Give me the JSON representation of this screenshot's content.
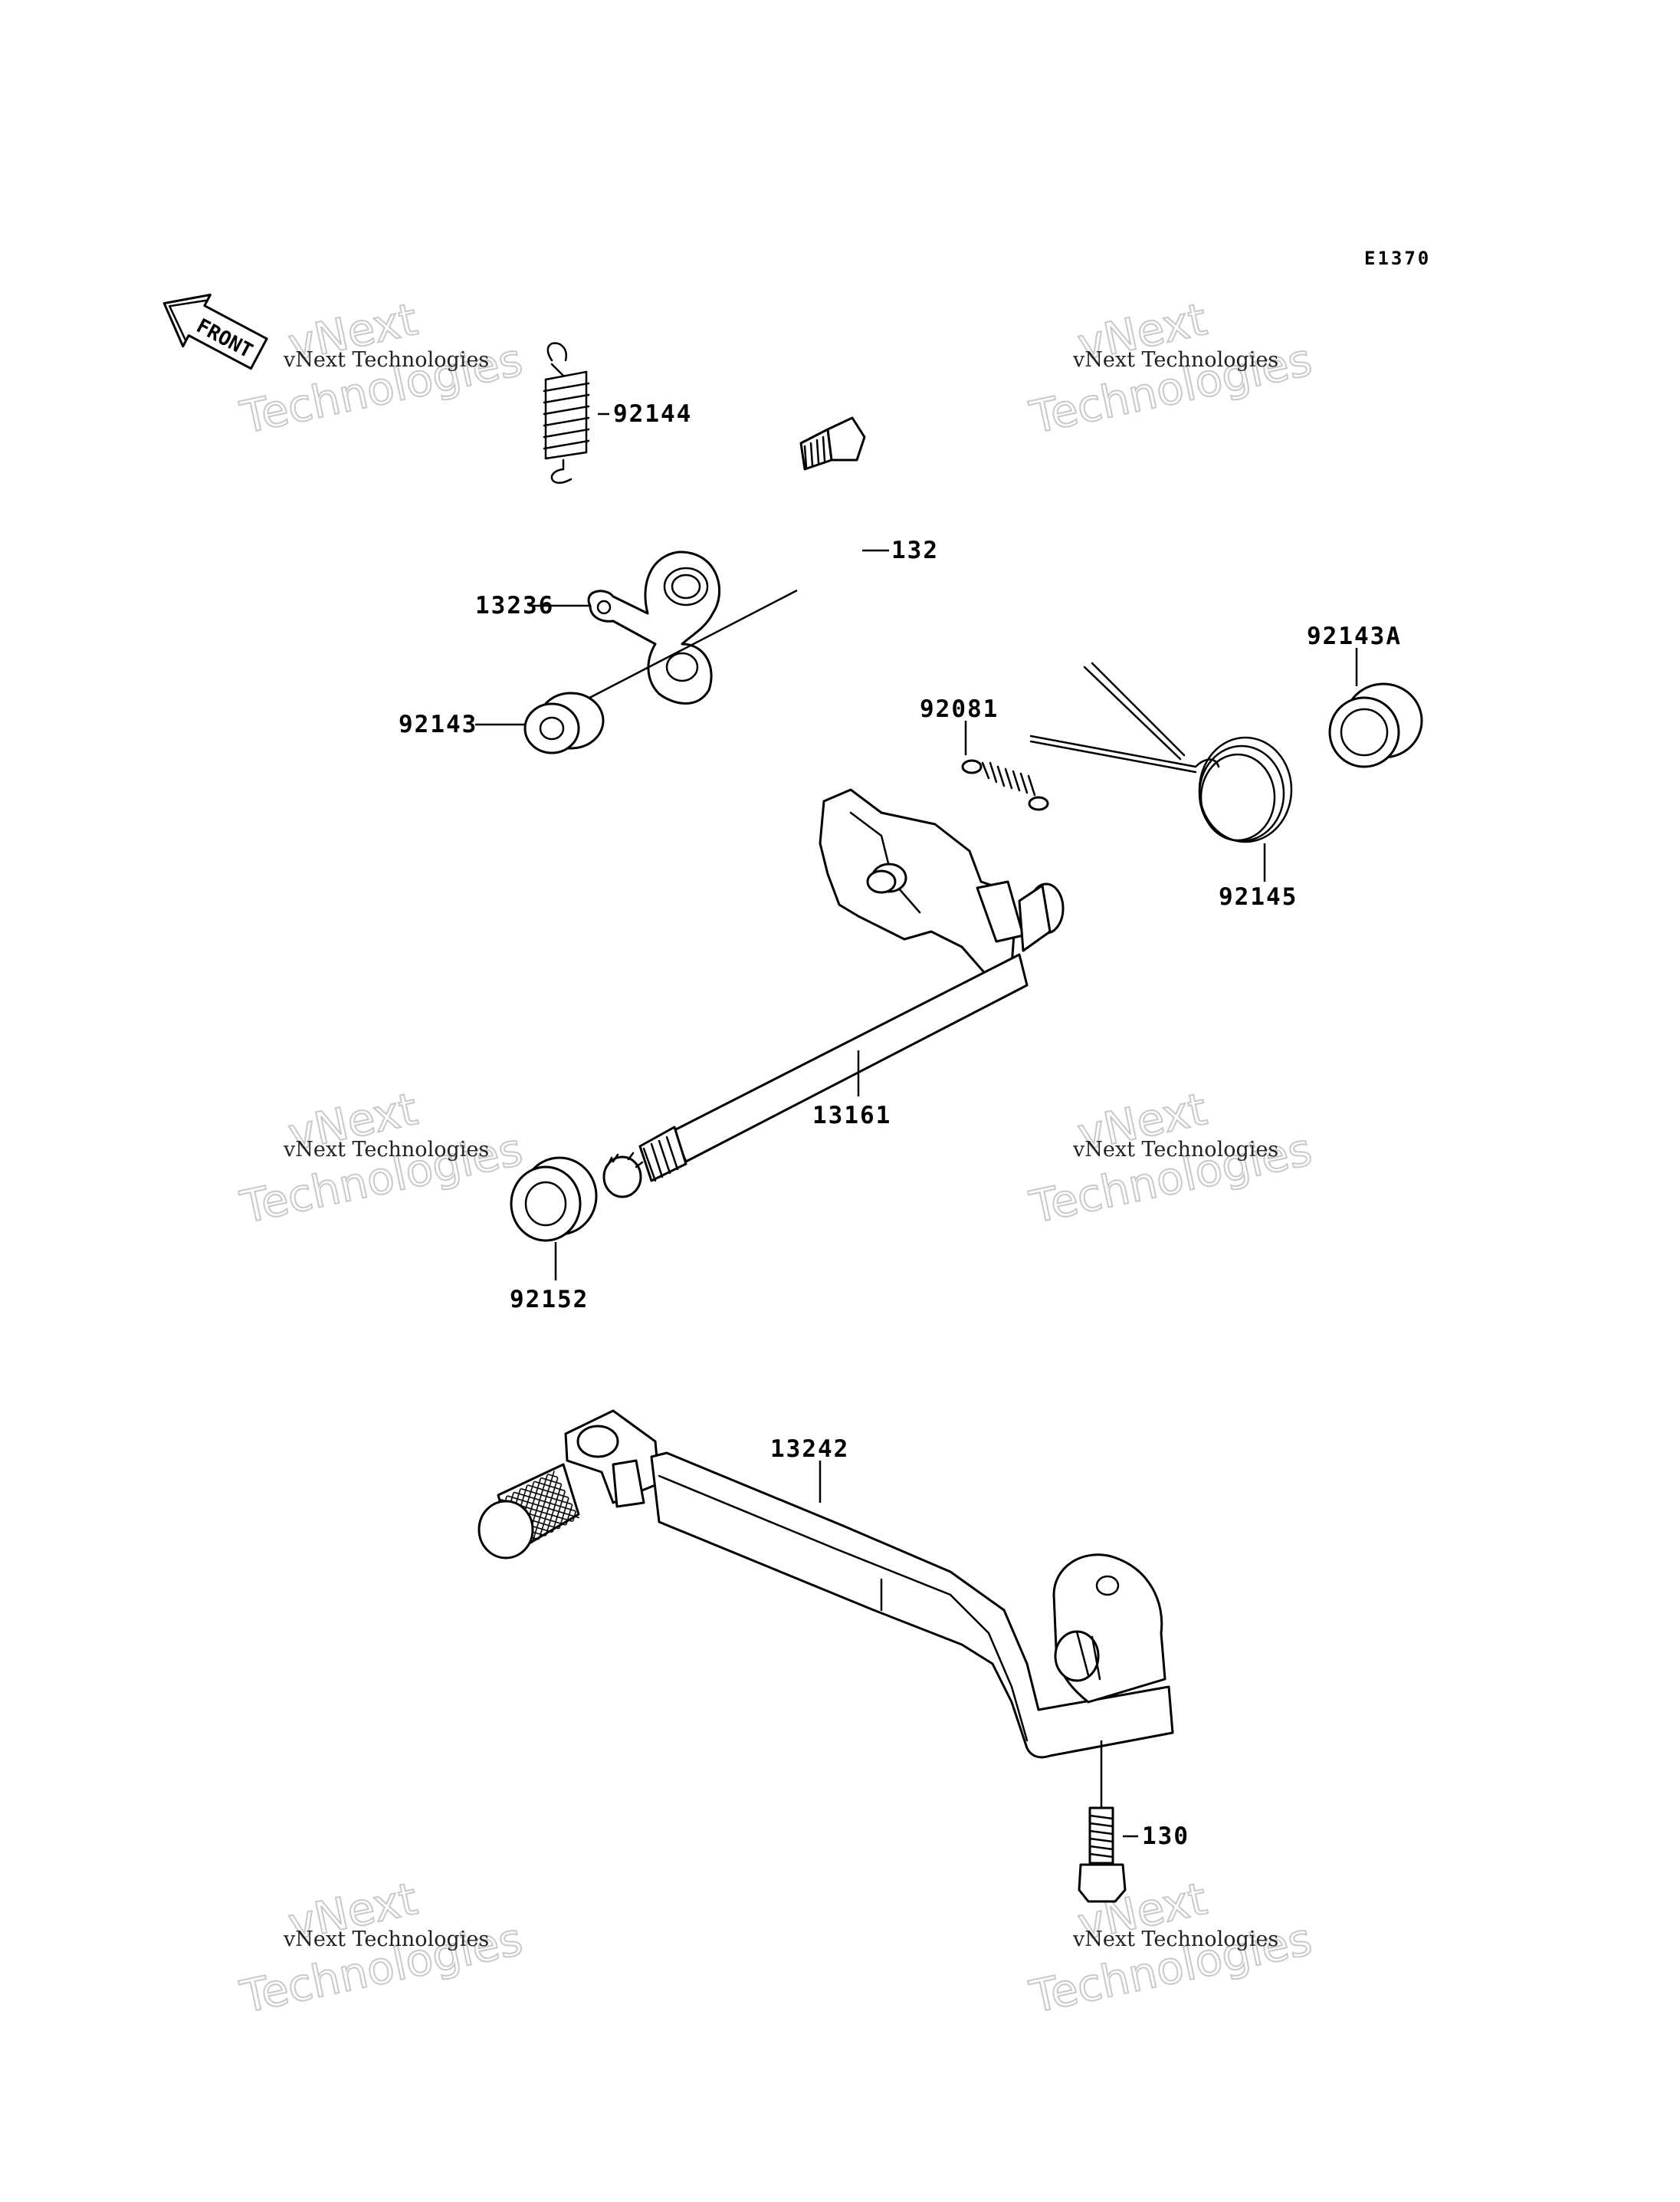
{
  "diagram": {
    "code": "E1370",
    "front_label": "FRONT",
    "watermark": {
      "line_small": "vNext Technologies",
      "line_big_1": "vNext",
      "line_big_2": "Technologies"
    },
    "parts": [
      {
        "id": "p92144",
        "label": "92144"
      },
      {
        "id": "p132",
        "label": "132"
      },
      {
        "id": "p13236",
        "label": "13236"
      },
      {
        "id": "p92143",
        "label": "92143"
      },
      {
        "id": "p92143A",
        "label": "92143A"
      },
      {
        "id": "p92081",
        "label": "92081"
      },
      {
        "id": "p92145",
        "label": "92145"
      },
      {
        "id": "p13161",
        "label": "13161"
      },
      {
        "id": "p92152",
        "label": "92152"
      },
      {
        "id": "p13242",
        "label": "13242"
      },
      {
        "id": "p130",
        "label": "130"
      }
    ]
  }
}
